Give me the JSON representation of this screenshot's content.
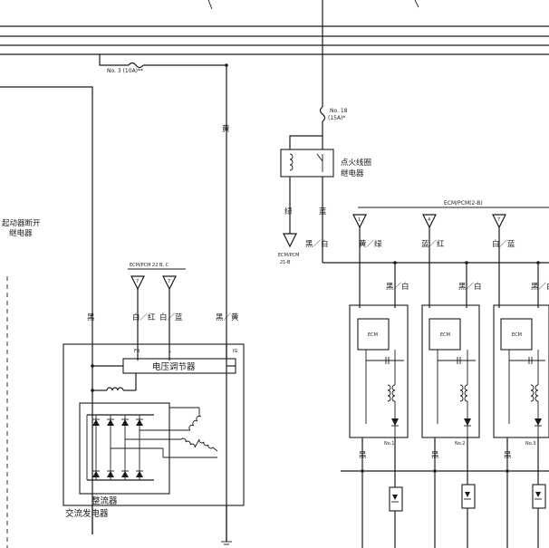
{
  "labels": {
    "fuse_no3": "No. 3 (10A)**",
    "fuse_no18": "No. 18",
    "fuse_no18_rating": "(15A)*",
    "wire_yellow_main": "黄",
    "starter_relay_l1": "起动器断开",
    "starter_relay_l2": "继电器",
    "ign_relay_l1": "点火线圈",
    "ign_relay_l2": "继电器",
    "ign_green": "绿",
    "ign_blue": "蓝",
    "ecm_bottom_l1": "ECM/PCM",
    "ecm_bottom_l2": "21-B",
    "ecm_header_right": "ECM/PCM(2-B)",
    "ecm_header_left": "ECM/PCM   22  B, C",
    "pin_left": "7",
    "pin_right": "7",
    "pin_c1": "1",
    "pin_c2": "4",
    "pin_c3": "7",
    "wire_black_white_1": "黑／白",
    "wire_yellow_green": "黄／绿",
    "wire_blue_red": "蓝／红",
    "wire_white_blue_r": "白／蓝",
    "wire_white_red": "白／红",
    "wire_white_blue_l": "白／蓝",
    "wire_black_l": "黑",
    "wire_black_yellow": "黑／黄",
    "wire_bw_c1": "黑／白",
    "wire_bw_c2": "黑／白",
    "wire_bw_c3": "黑／白",
    "term_fr": "FR",
    "term_l": "L",
    "term_ig": "IG",
    "voltage_regulator": "电压调节器",
    "rectifier": "整流器",
    "alternator": "交流发电器",
    "ecm_c1": "ECM",
    "ecm_c2": "ECM",
    "ecm_c3": "ECM",
    "coil_no1": "No.1",
    "coil_no2": "No.2",
    "coil_no3": "No.3",
    "wire_black_c1": "黑",
    "wire_black_c2": "黑",
    "wire_black_c3": "黑"
  }
}
